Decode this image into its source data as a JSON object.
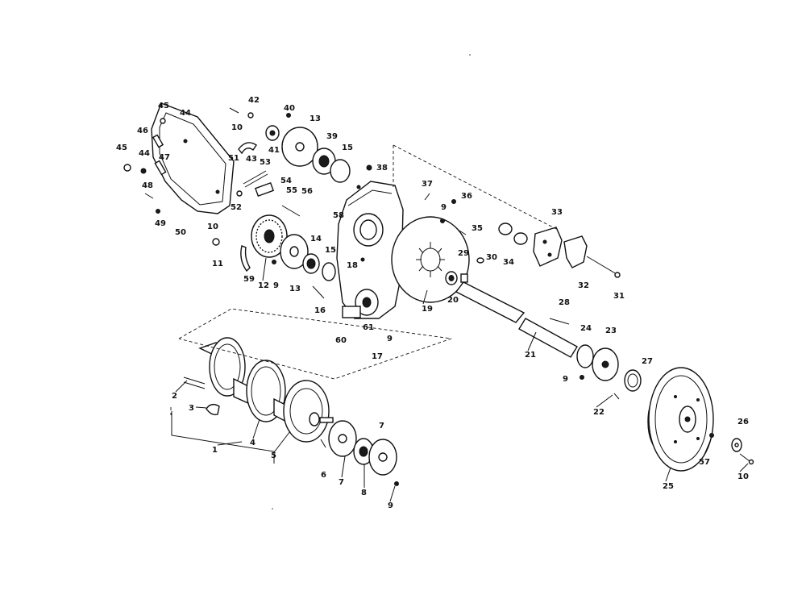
{
  "callouts": {
    "c1": "1",
    "c2": "2",
    "c3": "3",
    "c4": "4",
    "c5": "5",
    "c6": "6",
    "c7a": "7",
    "c7b": "7",
    "c8": "8",
    "c9a": "9",
    "c9b": "9",
    "c9c": "9",
    "c9d": "9",
    "c9e": "9",
    "c10a": "10",
    "c10b": "10",
    "c10c": "10",
    "c11": "11",
    "c12": "12",
    "c13a": "13",
    "c13b": "13",
    "c14": "14",
    "c15a": "15",
    "c15b": "15",
    "c16": "16",
    "c17": "17",
    "c18": "18",
    "c19": "19",
    "c20": "20",
    "c21": "21",
    "c22": "22",
    "c23": "23",
    "c24": "24",
    "c25": "25",
    "c26": "26",
    "c27": "27",
    "c28": "28",
    "c29": "29",
    "c30": "30",
    "c31": "31",
    "c32": "32",
    "c33": "33",
    "c34": "34",
    "c35": "35",
    "c36": "36",
    "c37": "37",
    "c38": "38",
    "c39": "39",
    "c40": "40",
    "c41": "41",
    "c42": "42",
    "c43": "43",
    "c44a": "44",
    "c44b": "44",
    "c45a": "45",
    "c45b": "45",
    "c46": "46",
    "c47": "47",
    "c48": "48",
    "c49": "49",
    "c50": "50",
    "c51": "51",
    "c52": "52",
    "c53": "53",
    "c54": "54",
    "c55": "55",
    "c56": "56",
    "c57": "57",
    "c58": "58",
    "c59": "59",
    "c60": "60",
    "c61": "61"
  }
}
